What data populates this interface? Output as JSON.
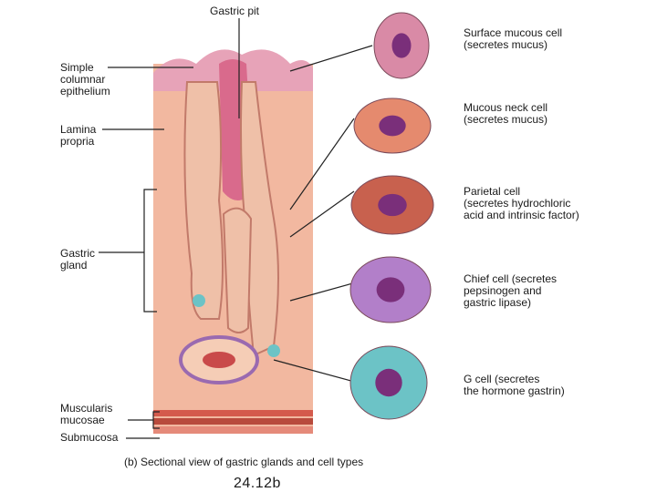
{
  "labels": {
    "gastric_pit": "Gastric pit",
    "simple_columnar": "Simple\ncolumnar\nepithelium",
    "lamina_propria": "Lamina\npropria",
    "gastric_gland": "Gastric\ngland",
    "muscularis_mucosae": "Muscularis\nmucosae",
    "submucosa": "Submucosa"
  },
  "cell_types": [
    {
      "label": "Surface mucous cell\n(secretes mucus)",
      "color": "#d98aa6"
    },
    {
      "label": "Mucous neck cell\n(secretes mucus)",
      "color": "#e58a6e"
    },
    {
      "label": "Parietal cell\n(secretes hydrochloric\nacid and intrinsic factor)",
      "color": "#c8614e"
    },
    {
      "label": "Chief cell (secretes\npepsinogen and\ngastric lipase)",
      "color": "#b27fc9"
    },
    {
      "label": "G cell (secretes\nthe hormone gastrin)",
      "color": "#6cc3c6"
    }
  ],
  "caption": "(b) Sectional view of gastric glands and cell types",
  "figure_number": "24.12b",
  "colors": {
    "tissue": "#f2b8a0",
    "epithelium": "#e7a3b8",
    "muscle": "#d45a4c",
    "nucleus": "#7a2f7a"
  }
}
